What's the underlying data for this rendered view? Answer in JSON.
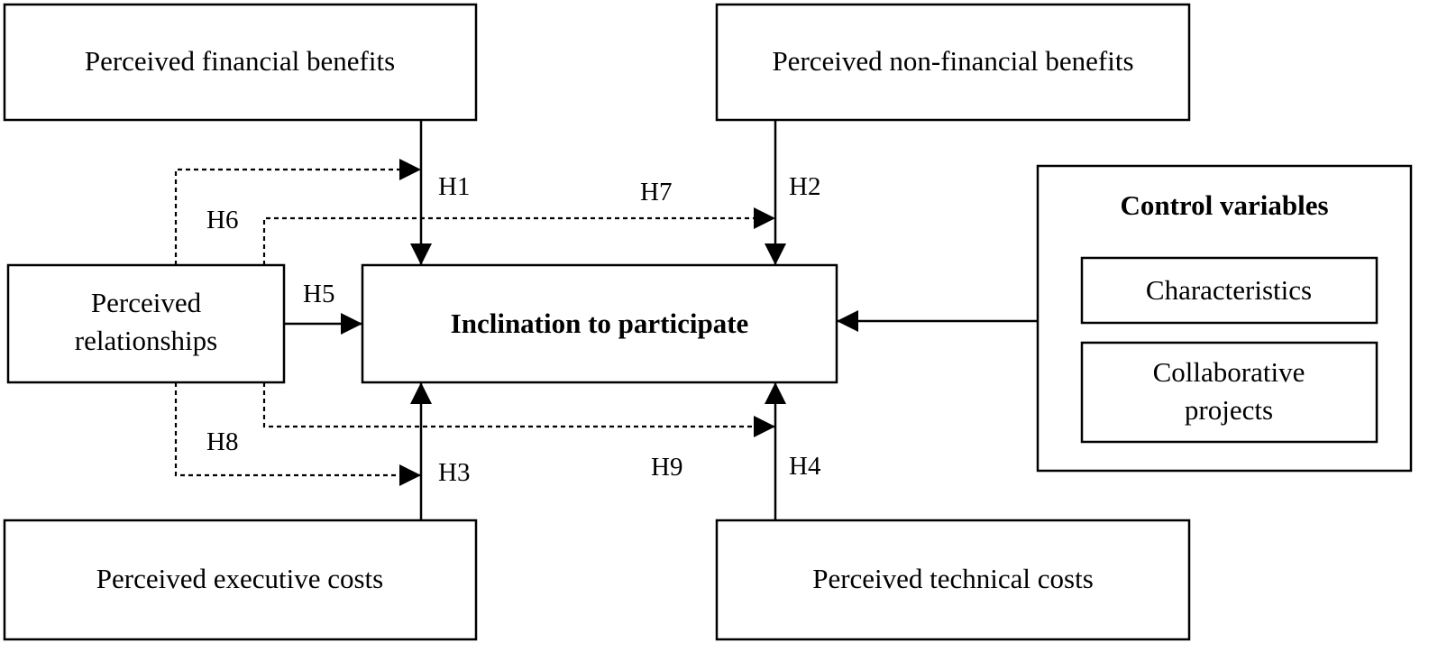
{
  "nodes": {
    "financial_benefits": "Perceived financial benefits",
    "nonfinancial_benefits": "Perceived non-financial benefits",
    "relationships_line1": "Perceived",
    "relationships_line2": "relationships",
    "inclination": "Inclination to participate",
    "executive_costs": "Perceived executive costs",
    "technical_costs": "Perceived technical costs"
  },
  "control": {
    "title": "Control variables",
    "characteristics": "Characteristics",
    "collaborative_line1": "Collaborative",
    "collaborative_line2": "projects"
  },
  "hypotheses": {
    "h1": "H1",
    "h2": "H2",
    "h3": "H3",
    "h4": "H4",
    "h5": "H5",
    "h6": "H6",
    "h7": "H7",
    "h8": "H8",
    "h9": "H9"
  },
  "colors": {
    "line": "#000000",
    "background": "#ffffff"
  }
}
